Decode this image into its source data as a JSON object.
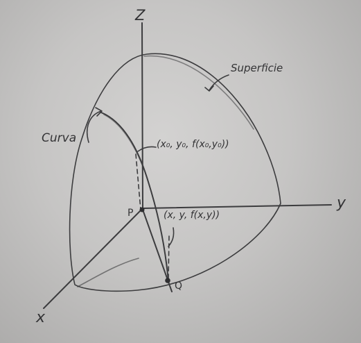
{
  "labels": {
    "axis_z": "Z",
    "axis_y": "y",
    "axis_x": "x",
    "surface": "Superficie",
    "curve": "Curva",
    "point_top": "(x₀, y₀, f(x₀,y₀))",
    "point_curve": "(x, y, f(x,y))",
    "point_p": "P",
    "point_q": "Q"
  }
}
